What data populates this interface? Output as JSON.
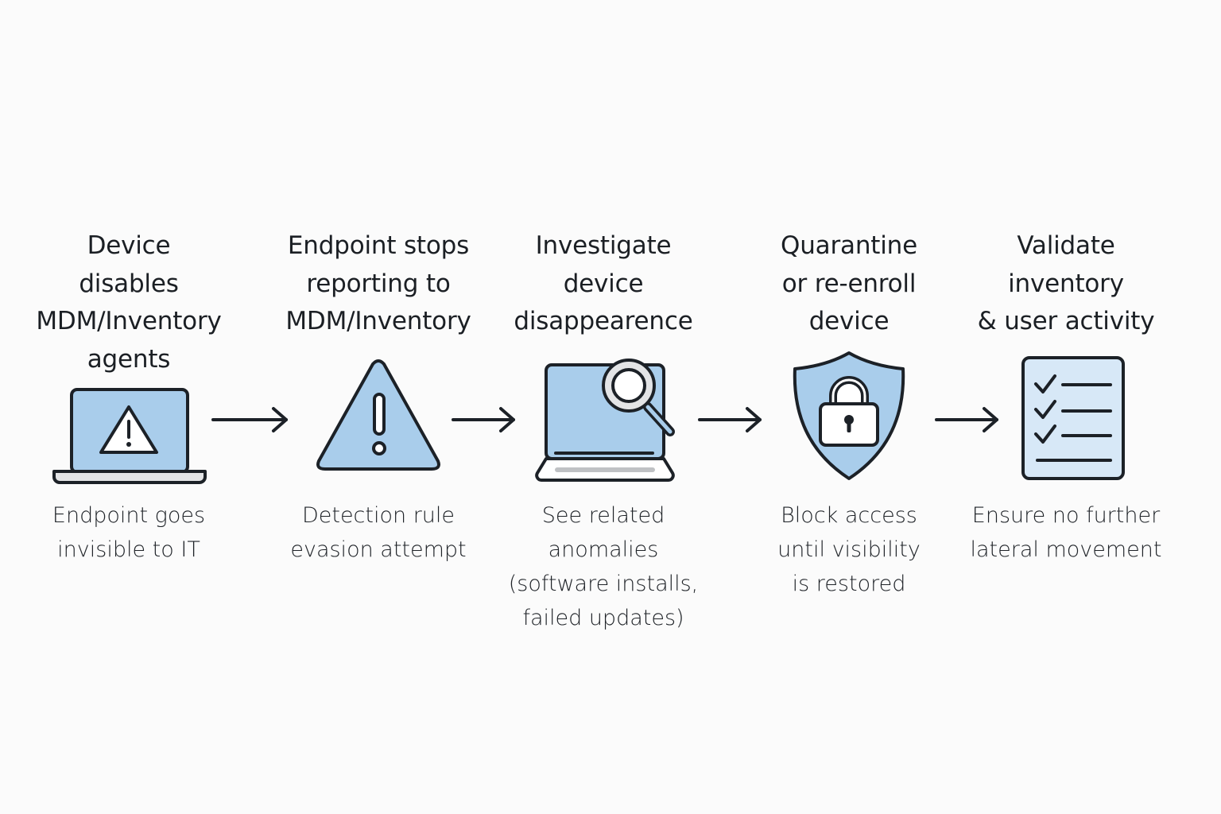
{
  "steps": [
    {
      "title": [
        "Device",
        "disables",
        "MDM/Inventory",
        "agents"
      ],
      "description": [
        "Endpoint goes",
        "invisible to IT"
      ],
      "icon": "laptop-warning-icon"
    },
    {
      "title": [
        "Endpoint stops",
        "reporting to",
        "MDM/Inventory"
      ],
      "description": [
        "Detection rule",
        "evasion attempt"
      ],
      "icon": "warning-triangle-icon"
    },
    {
      "title": [
        "Investigate",
        "device",
        "disappearence"
      ],
      "description": [
        "See related",
        "anomalies",
        "(software installs,",
        "failed updates)"
      ],
      "icon": "laptop-magnifier-icon"
    },
    {
      "title": [
        "Quarantine",
        "or re-enroll",
        "device"
      ],
      "description": [
        "Block access",
        "until visibility",
        "is restored"
      ],
      "icon": "shield-lock-icon"
    },
    {
      "title": [
        "Validate",
        "inventory",
        "& user activity"
      ],
      "description": [
        "Ensure no further",
        "lateral movement"
      ],
      "icon": "checklist-icon"
    }
  ],
  "colors": {
    "accent_blue": "#a9cdeb",
    "stroke": "#1c2127",
    "background": "#fbfbfb"
  }
}
